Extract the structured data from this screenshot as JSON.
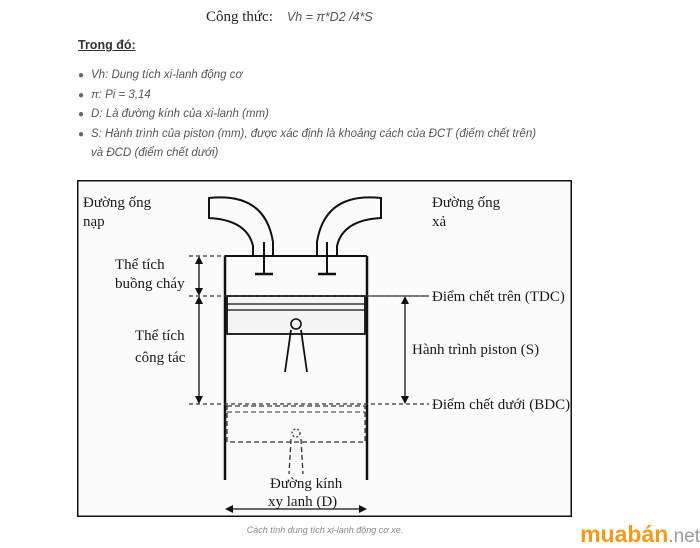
{
  "formula": {
    "label": "Công thức:",
    "expression": "Vh = π*D2 /4*S"
  },
  "where_heading": "Trong đó:",
  "definitions": [
    "Vh: Dung tích xi-lanh động cơ",
    "π: Pi = 3,14",
    "D: Là đường kính của xi-lanh (mm)",
    "S: Hành trình của piston (mm), được xác định là khoảng cách của ĐCT (điểm chết trên)",
    "và ĐCD (điểm chết dưới)"
  ],
  "diagram": {
    "labels": {
      "intake_line1": "Đường ống",
      "intake_line2": "nạp",
      "exhaust_line1": "Đường ống",
      "exhaust_line2": "xả",
      "combustion_line1": "Thể tích",
      "combustion_line2": "buồng cháy",
      "working_line1": "Thể tích",
      "working_line2": "công tác",
      "tdc": "Điểm chết trên (TDC)",
      "stroke": "Hành trình piston (S)",
      "bdc": "Điểm chết dưới (BDC)",
      "diameter_line1": "Đường kính",
      "diameter_line2": "xy lanh (D)"
    }
  },
  "caption": "Cách tính dung tích xi-lanh động cơ xe.",
  "brand": {
    "name": "muabán",
    "tld": ".net",
    "color": "#f29a1a"
  }
}
